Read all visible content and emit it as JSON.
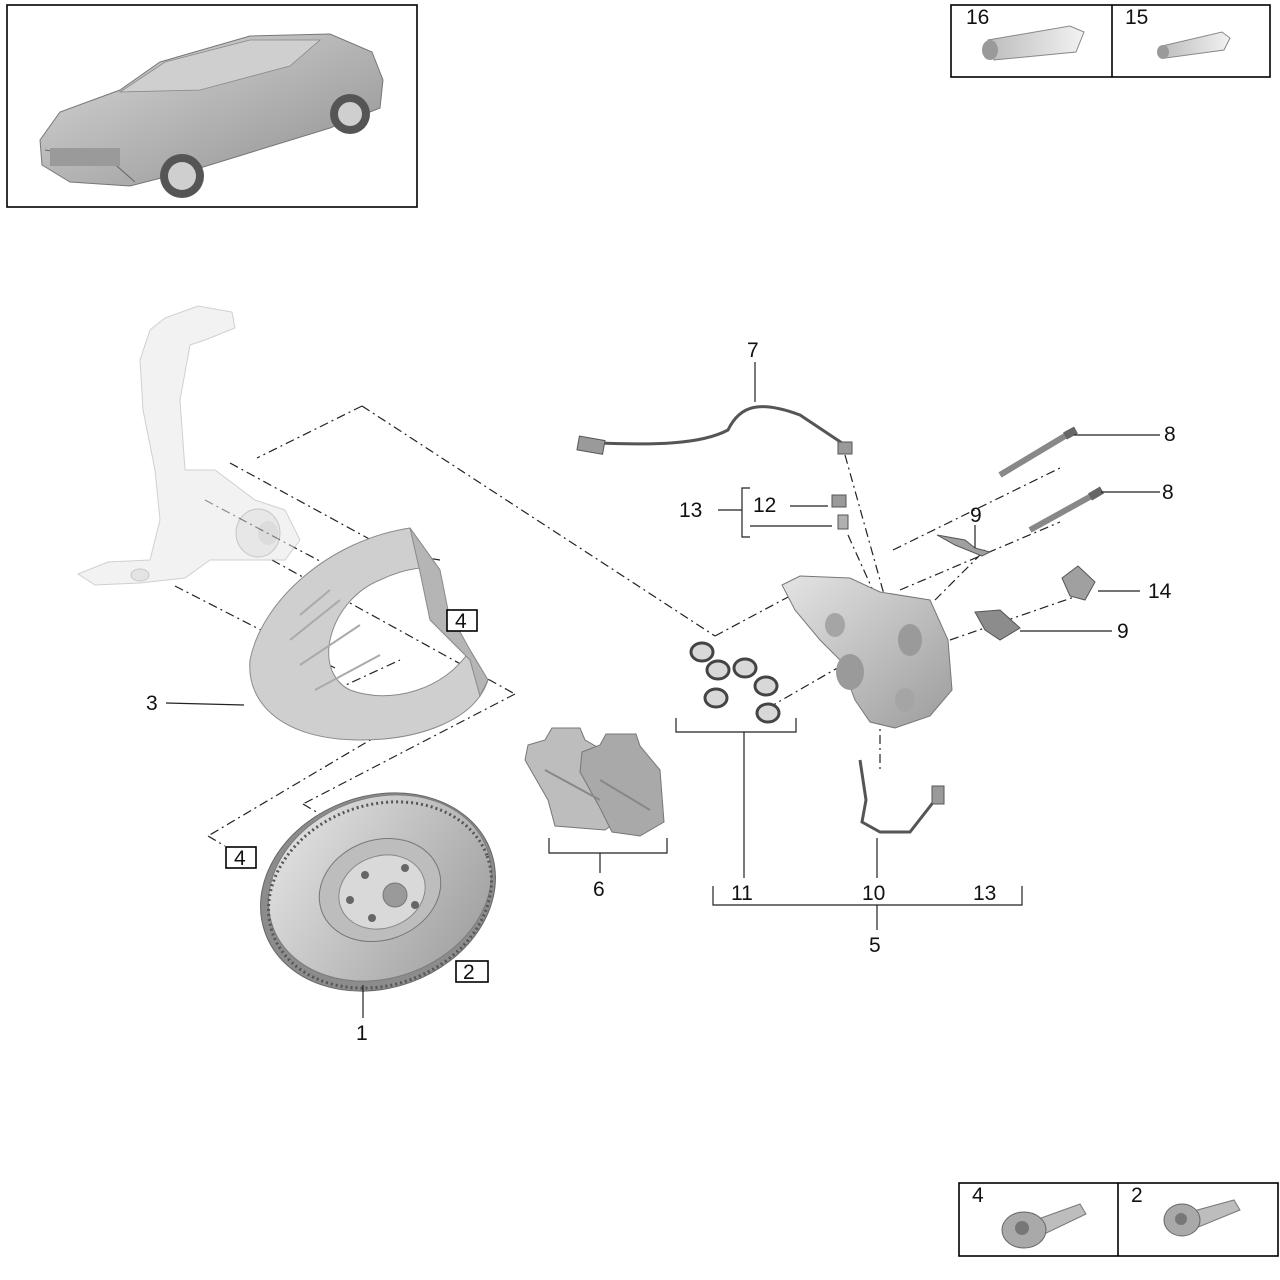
{
  "callouts": {
    "c1": "1",
    "c2": "2",
    "c3": "3",
    "c4a": "4",
    "c4b": "4",
    "c5": "5",
    "c6": "6",
    "c7": "7",
    "c8a": "8",
    "c8b": "8",
    "c9a": "9",
    "c9b": "9",
    "c10": "10",
    "c11": "11",
    "c12": "12",
    "c13a": "13",
    "c13b": "13",
    "c14": "14"
  },
  "consumables": {
    "left": "16",
    "right": "15"
  },
  "fasteners": {
    "left": "4",
    "right": "2"
  },
  "colors": {
    "line": "#222222",
    "part_light": "#e6e6e6",
    "part_mid": "#b9b9b9",
    "part_dark": "#8c8c8c"
  }
}
